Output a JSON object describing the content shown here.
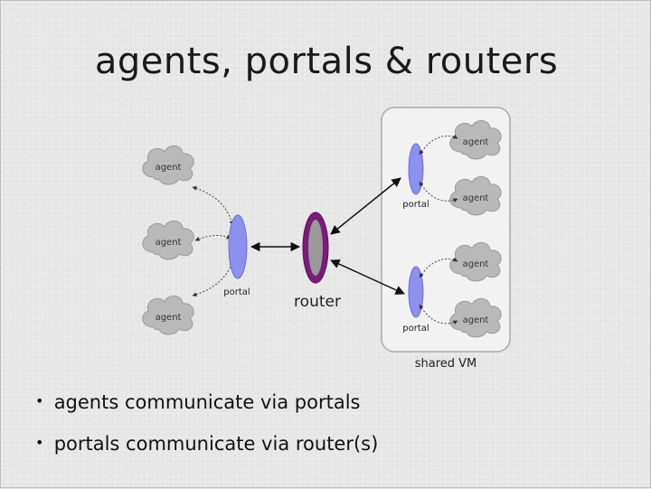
{
  "slide": {
    "title": "agents, portals & routers"
  },
  "diagram": {
    "left_agents": [
      "agent",
      "agent",
      "agent"
    ],
    "left_portal_label": "portal",
    "router_label": "router",
    "shared_vm_label": "shared VM",
    "vm_portals": [
      {
        "label": "portal",
        "agents": [
          "agent",
          "agent"
        ]
      },
      {
        "label": "portal",
        "agents": [
          "agent",
          "agent"
        ]
      }
    ],
    "colors": {
      "cloud": "#b9b9b9",
      "portal": "#8e90ee",
      "router_ring": "#7a1d78",
      "router_core": "#9a9a9a",
      "vm_box": "#f2f2f2"
    }
  },
  "bullets": [
    "agents communicate via portals",
    "portals communicate via router(s)"
  ]
}
